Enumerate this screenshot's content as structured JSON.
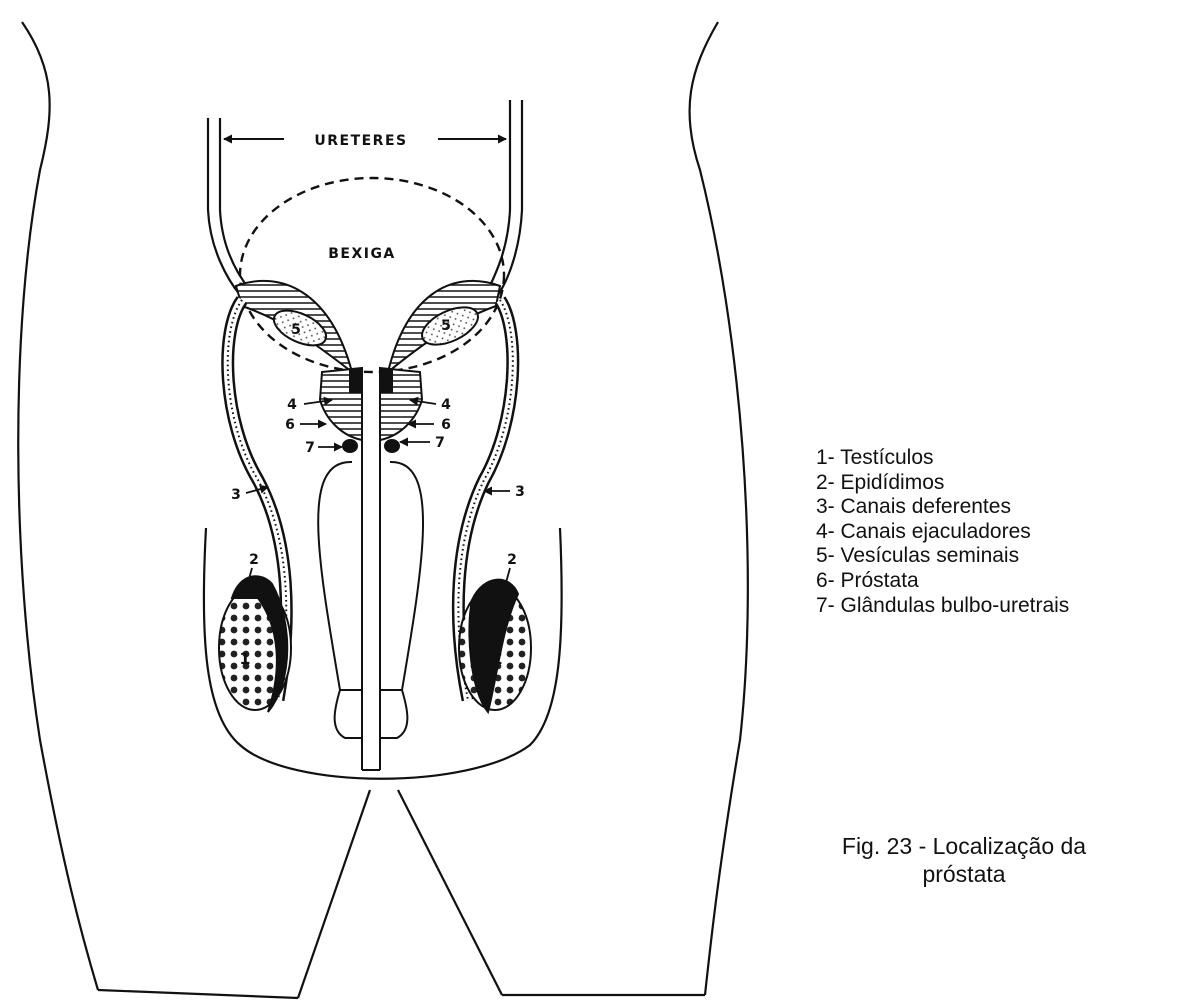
{
  "diagram": {
    "labels": {
      "ureteres": "URETERES",
      "bexiga": "BEXIGA",
      "n1": "1",
      "n2": "2",
      "n3": "3",
      "n4": "4",
      "n5": "5",
      "n6": "6",
      "n7": "7"
    }
  },
  "legend": [
    "1- Testículos",
    "2- Epidídimos",
    "3- Canais deferentes",
    "4- Canais ejaculadores",
    "5- Vesículas seminais",
    "6- Próstata",
    "7- Glândulas bulbo-uretrais"
  ],
  "caption": {
    "line1": "Fig. 23 - Localização da",
    "line2": "próstata"
  }
}
